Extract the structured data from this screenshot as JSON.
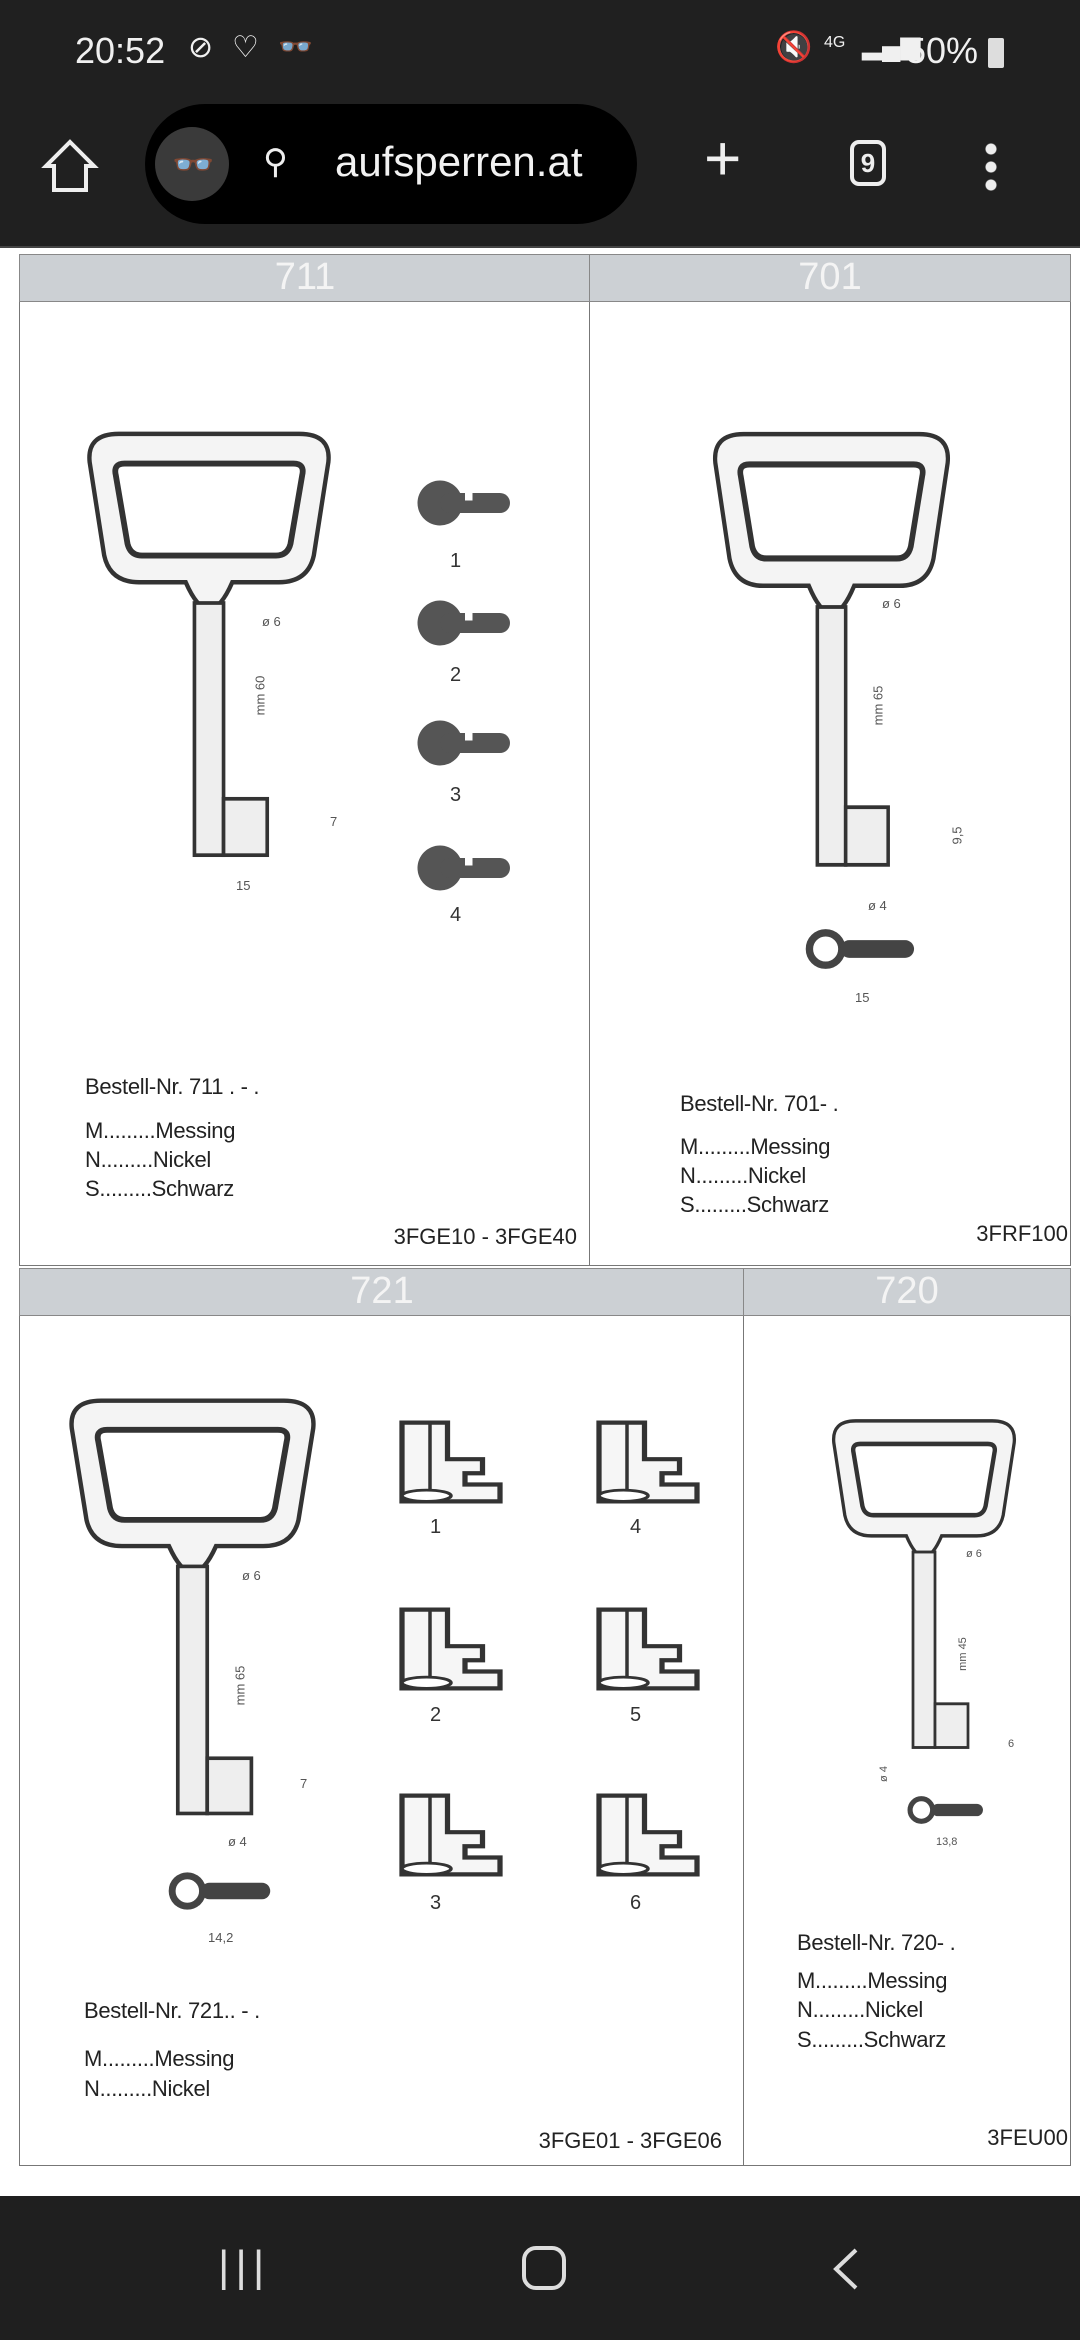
{
  "status_bar": {
    "time": "20:52",
    "battery": "50%",
    "network": "4G"
  },
  "browser": {
    "url": "aufsperren.at",
    "tab_count": "9"
  },
  "products": [
    {
      "number": "711",
      "order": "Bestell-Nr. 711 . - .",
      "materials": [
        "M.........Messing",
        "N.........Nickel",
        "S.........Schwarz"
      ],
      "code": "3FGE10 - 3FGE40",
      "dims": [
        "ø 6",
        "mm 60",
        "7",
        "15"
      ],
      "profiles": [
        "1",
        "2",
        "3",
        "4"
      ]
    },
    {
      "number": "701",
      "order": "Bestell-Nr. 701- .",
      "materials": [
        "M.........Messing",
        "N.........Nickel",
        "S.........Schwarz"
      ],
      "code": "3FRF100",
      "dims": [
        "ø 6",
        "mm 65",
        "9,5",
        "ø 4",
        "15"
      ]
    },
    {
      "number": "721",
      "order": "Bestell-Nr. 721.. - .",
      "materials": [
        "M.........Messing",
        "N.........Nickel"
      ],
      "code": "3FGE01 - 3FGE06",
      "dims": [
        "ø 6",
        "mm 65",
        "7",
        "ø 4",
        "14,2"
      ],
      "profiles": [
        "1",
        "2",
        "3",
        "4",
        "5",
        "6"
      ]
    },
    {
      "number": "720",
      "order": "Bestell-Nr. 720- .",
      "materials": [
        "M.........Messing",
        "N.........Nickel",
        "S.........Schwarz"
      ],
      "code": "3FEU00",
      "dims": [
        "ø 6",
        "mm 45",
        "6",
        "ø 4",
        "13,8"
      ]
    }
  ]
}
